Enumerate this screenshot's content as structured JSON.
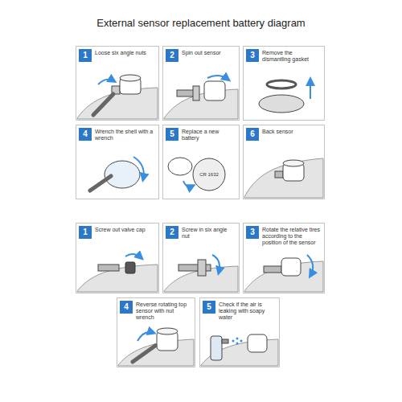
{
  "diagram": {
    "title": "External sensor replacement battery diagram",
    "nodes": [
      {
        "text": [
          "1",
          "Loose six angle nuts"
        ]
      },
      {
        "text": [
          "2",
          "Spin out sensor"
        ]
      },
      {
        "text": [
          "3",
          "Remove the dismantling gasket"
        ]
      },
      {
        "text": [
          "4",
          "Wrench the shell with a wrench"
        ]
      },
      {
        "text": [
          "5",
          "Replace a new battery"
        ]
      },
      {
        "text": [
          "6",
          "Back sensor"
        ]
      },
      {
        "text": [
          "1",
          "Screw out valve cap"
        ]
      },
      {
        "text": [
          "2",
          "Screw in six angle nut"
        ]
      },
      {
        "text": [
          "3",
          "Rotate the relative tires according to the position of the sensor"
        ]
      },
      {
        "text": [
          "4",
          "Reverse rotating top sensor with nut wrench"
        ]
      },
      {
        "text": [
          "5",
          "Check if the air is leaking with soapy water"
        ]
      }
    ],
    "labels": [
      "CR 1632"
    ]
  }
}
